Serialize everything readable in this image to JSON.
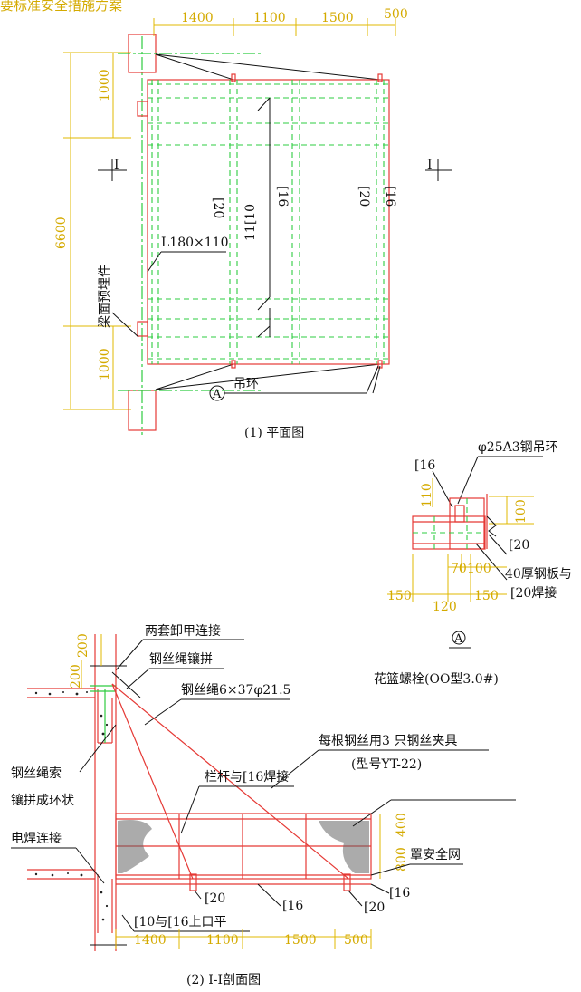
{
  "header": {
    "cut_title": "要标准安全措施方案"
  },
  "plan": {
    "top_dims": [
      "1400",
      "1100",
      "1500",
      "500"
    ],
    "left_dims": [
      "1000",
      "6600",
      "1000"
    ],
    "section_marks": [
      "I",
      "I"
    ],
    "labels": {
      "c20_left": "[20",
      "c10": "11[10",
      "c16_mid": "[16",
      "c20_right": "[20",
      "c16_right": "[16",
      "angle": "L180×110",
      "embed": "梁面预埋件",
      "lifting_ring": "吊环",
      "detail_ref": "A"
    },
    "title": "(1) 平面图"
  },
  "detail_a": {
    "ring": "φ25A3钢吊环",
    "c16": "[16",
    "dim_110": "110",
    "dim_100a": "100",
    "c20": "[20",
    "plate": "40厚钢板与",
    "plate2": "[20焊接",
    "dims": [
      "70",
      "100",
      "150",
      "120",
      "150"
    ],
    "ref": "A"
  },
  "section": {
    "shackle": "两套卸甲连接",
    "rope_splice": "钢丝绳镶拼",
    "rope_spec": "钢丝绳6×37φ21.5",
    "clamp": "每根钢丝用3 只钢丝夹具",
    "clamp_model": "(型号YT-22)",
    "turnbuckle": "花篮螺栓(OO型3.0#)",
    "rope_loop1": "钢丝绳索",
    "rope_loop2": "镶拼成环状",
    "railing": "栏杆与[16焊接",
    "weld": "电焊连接",
    "net": "罩安全网",
    "c20a": "[20",
    "c16a": "[16",
    "c20b": "[20",
    "c16b": "[16",
    "c10": "[10与[16上口平",
    "dims_left": [
      "200",
      "200"
    ],
    "dims_right": [
      "400",
      "800"
    ],
    "bottom_dims": [
      "1400",
      "1100",
      "1500",
      "500"
    ],
    "title": "(2) I-I剖面图"
  }
}
